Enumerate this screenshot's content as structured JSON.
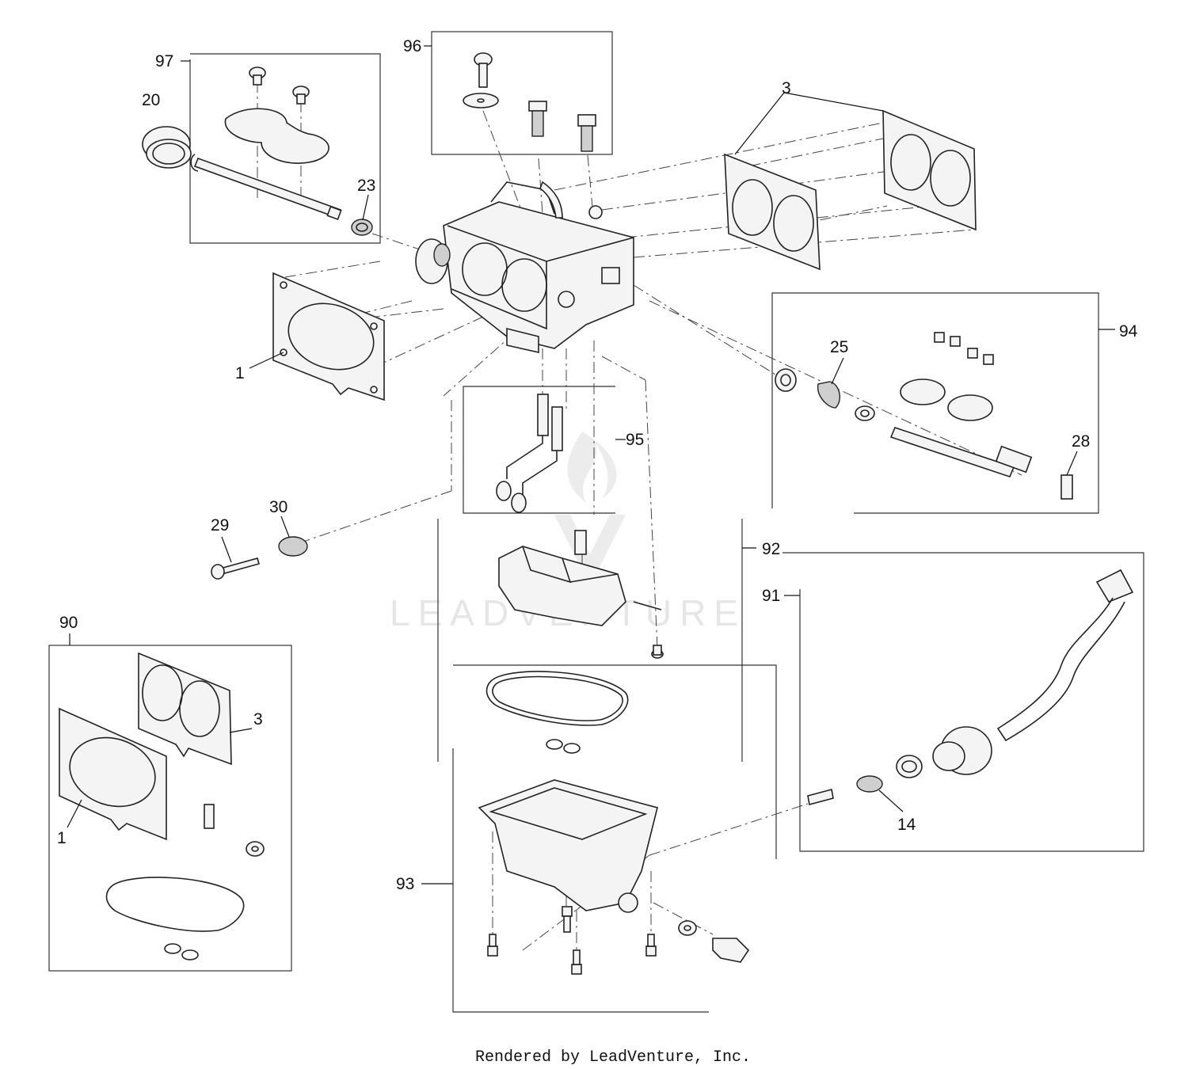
{
  "watermark": {
    "text": "LEADVENTURE"
  },
  "footer": {
    "text": "Rendered by LeadVenture, Inc."
  },
  "callouts": {
    "c1a": "1",
    "c1b": "1",
    "c3a": "3",
    "c3b": "3",
    "c14": "14",
    "c20": "20",
    "c23": "23",
    "c25": "25",
    "c28": "28",
    "c29": "29",
    "c30": "30",
    "c90": "90",
    "c91": "91",
    "c92": "92",
    "c93": "93",
    "c94": "94",
    "c95": "95",
    "c96": "96",
    "c97": "97"
  }
}
